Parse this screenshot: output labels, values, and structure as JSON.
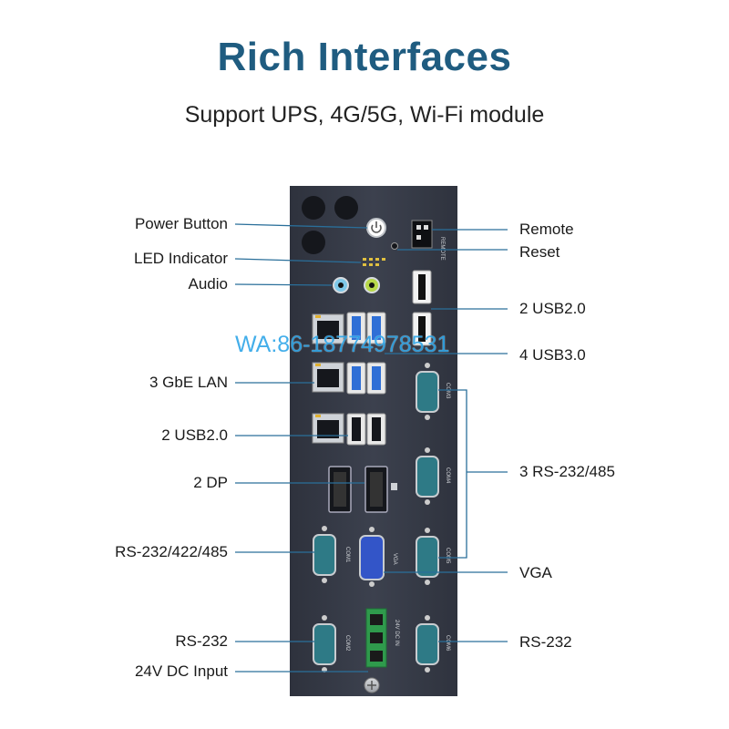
{
  "header": {
    "title": "Rich Interfaces",
    "subtitle": "Support UPS, 4G/5G, Wi-Fi module"
  },
  "labels_left": {
    "power_button": "Power Button",
    "led_indicator": "LED Indicator",
    "audio": "Audio",
    "lan": "3 GbE LAN",
    "usb2_left": "2 USB2.0",
    "dp": "2 DP",
    "com_multi": "RS-232/422/485",
    "rs232_left": "RS-232",
    "dc_input": "24V DC Input"
  },
  "labels_right": {
    "remote": "Remote",
    "reset": "Reset",
    "usb2_right": "2 USB2.0",
    "usb3": "4 USB3.0",
    "rs_group": "3 RS-232/485",
    "vga": "VGA",
    "rs232_right": "RS-232"
  },
  "panel_text": {
    "remote": "REMOTE",
    "com1": "COM1",
    "com2": "COM2",
    "com3": "COM3",
    "com4": "COM4",
    "com5": "COM5",
    "com6": "COM6",
    "vga": "VGA",
    "dc": "24V DC IN"
  },
  "watermark": "WA:86-18774978531",
  "colors": {
    "title": "#1f5c80",
    "leader": "#2a6f9a",
    "chassis": "#3a3f4c",
    "usb3_blue": "#2f6fd6",
    "db9_teal": "#2e7a86",
    "vga_blue": "#3355c8",
    "terminal_green": "#2f9a4c",
    "watermark": "#2fa6e8"
  },
  "icons": [
    "power-icon",
    "usb-icon",
    "lan-icon",
    "db9-connector",
    "vga-connector",
    "hdmi-dp-icon",
    "ground-screw-icon"
  ]
}
